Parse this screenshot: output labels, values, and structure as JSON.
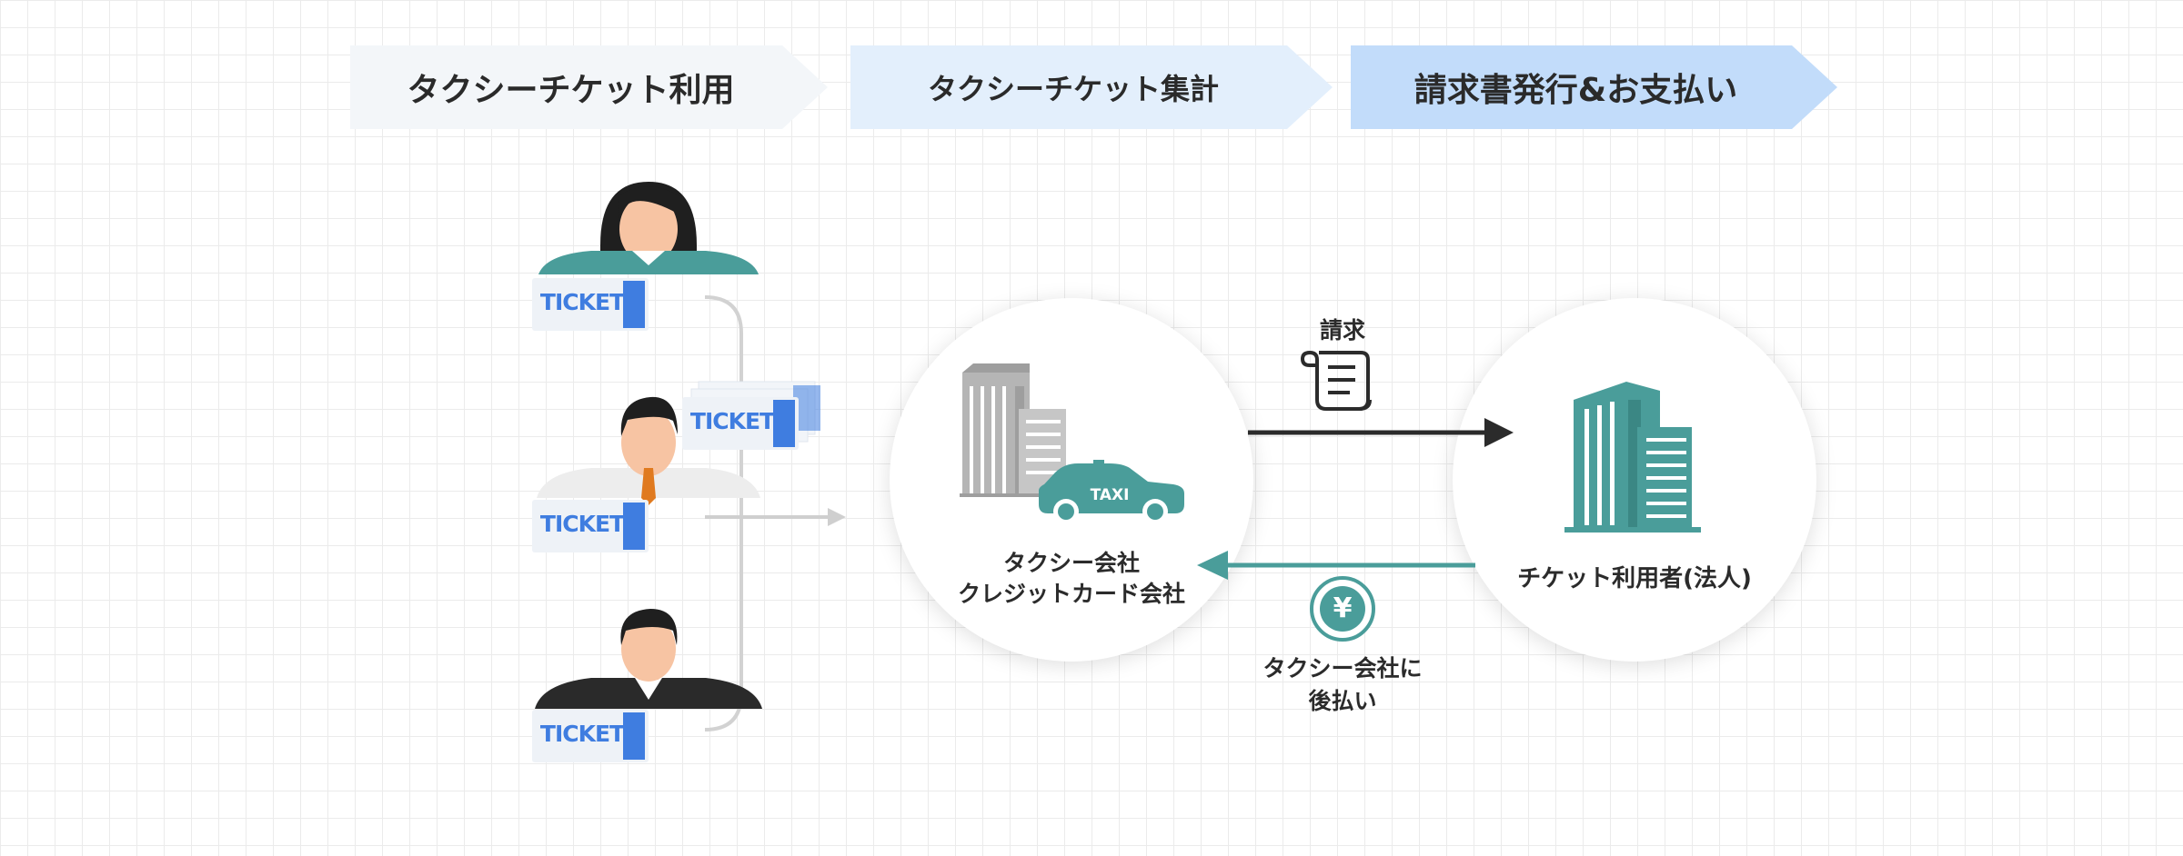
{
  "flow_stages": [
    {
      "label": "タクシーチケット利用"
    },
    {
      "label": "タクシーチケット集計"
    },
    {
      "label": "請求書発行&お支払い"
    }
  ],
  "tickets": {
    "label": "TICKET",
    "users": [
      {
        "icon": "woman-avatar-icon"
      },
      {
        "icon": "man-tie-avatar-icon"
      },
      {
        "icon": "man-suit-avatar-icon"
      }
    ]
  },
  "taxi_company": {
    "line1": "タクシー会社",
    "line2": "クレジットカード会社",
    "taxi_sign": "TAXI"
  },
  "corporate_user": {
    "label": "チケット利用者(法人)"
  },
  "billing": {
    "label": "請求"
  },
  "payment": {
    "line1": "タクシー会社に",
    "line2": "後払い",
    "currency_symbol": "¥"
  },
  "colors": {
    "teal": "#4a9d9a",
    "ticket_blue": "#3f7de0",
    "dark_arrow": "#2b2b2b",
    "gray_building": "#b5b5b5"
  }
}
